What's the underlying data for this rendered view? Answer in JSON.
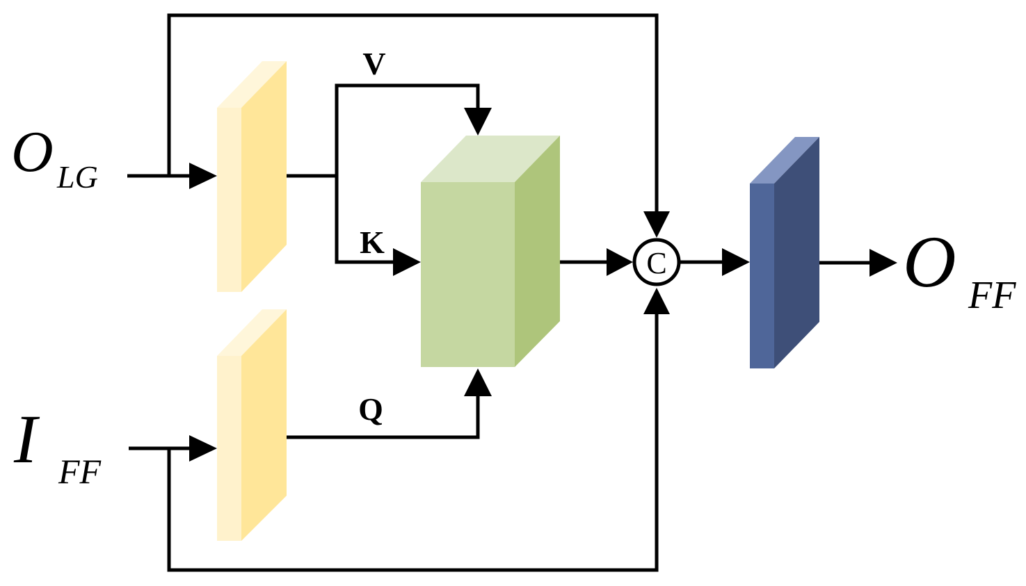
{
  "inputs": {
    "o_lg": {
      "main": "O",
      "sub": "LG"
    },
    "i_ff": {
      "main": "I",
      "sub": "FF"
    }
  },
  "output": {
    "main": "O",
    "sub": "FF"
  },
  "branch_labels": {
    "v": "V",
    "k": "K",
    "q": "Q"
  },
  "concat_symbol": "C",
  "colors": {
    "yellow_front": "#FFF2CC",
    "yellow_side": "#FFE699",
    "yellow_top": "#FFF6DA",
    "green_front": "#C5D7A1",
    "green_side": "#AEC57B",
    "green_top": "#DCE7C9",
    "blue_front": "#4F6699",
    "blue_side": "#3E4F78",
    "blue_top": "#8496C2",
    "line": "#000000"
  }
}
